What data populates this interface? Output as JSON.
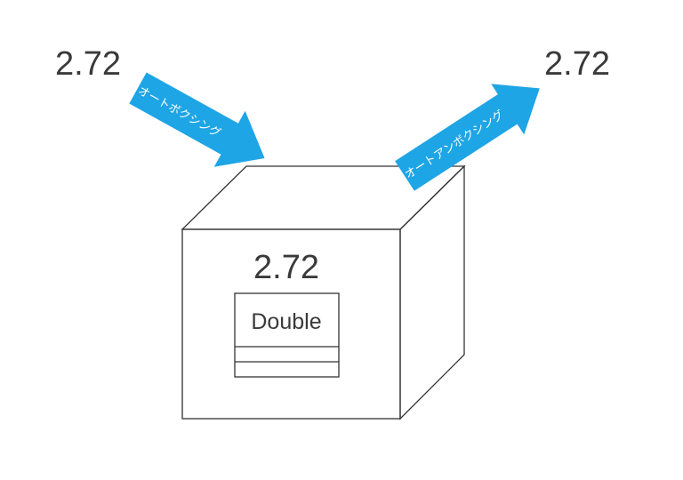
{
  "input_value": "2.72",
  "output_value": "2.72",
  "box": {
    "stored_value": "2.72",
    "type_label": "Double"
  },
  "arrows": {
    "boxing_label": "オートボクシング",
    "unboxing_label": "オートアンボクシング",
    "color": "#1ea5e6"
  },
  "colors": {
    "text": "#3a3a3a",
    "outline": "#333333"
  }
}
